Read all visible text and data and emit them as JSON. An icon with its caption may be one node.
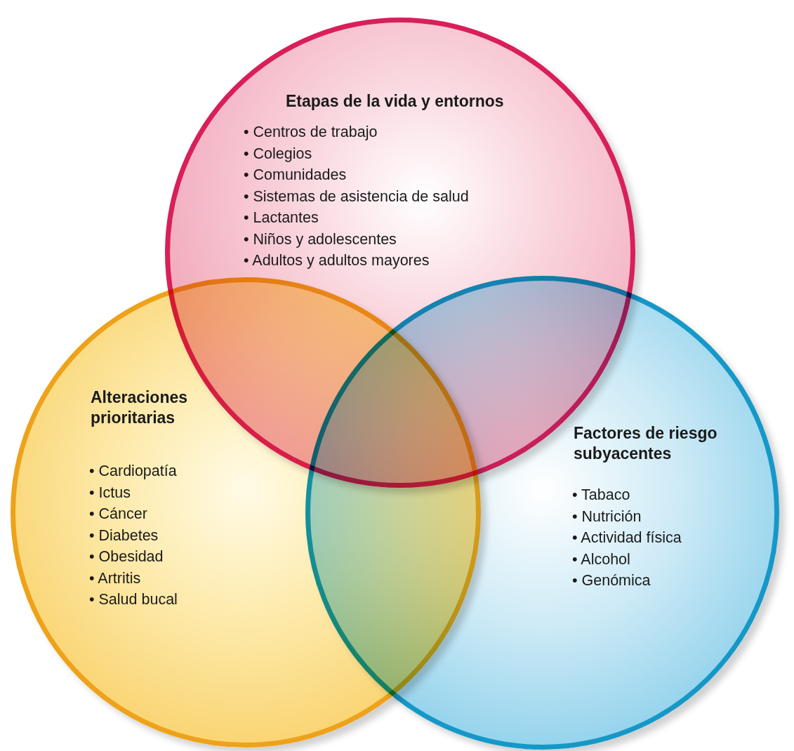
{
  "diagram": {
    "nodes": [
      {
        "text": [
          "Etapas de la vida y entornos",
          "• Centros de trabajo",
          "• Colegios",
          "• Comunidades",
          "• Sistemas de asistencia de salud",
          "• Lactantes",
          "• Niños y adolescentes",
          "• Adultos y adultos mayores"
        ]
      },
      {
        "text": [
          "Alteraciones prioritarias",
          "• Cardiopatía",
          "• Ictus",
          "• Cáncer",
          "• Diabetes",
          "• Obesidad",
          "• Artritis",
          "• Salud bucal"
        ]
      },
      {
        "text": [
          "Factores de riesgo subyacentes",
          "• Tabaco",
          "• Nutrición",
          "• Actividad física",
          "• Alcohol",
          "• Genómica"
        ]
      }
    ]
  }
}
